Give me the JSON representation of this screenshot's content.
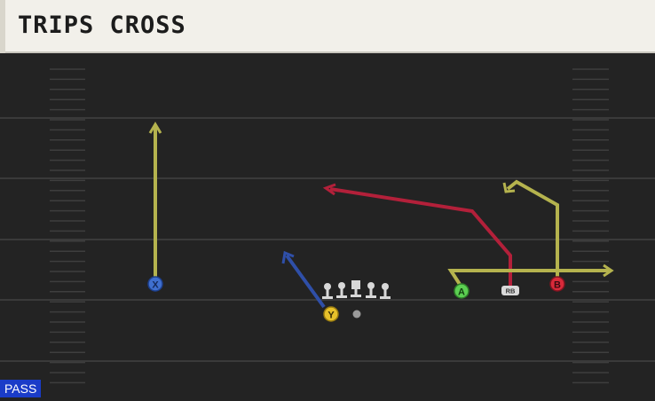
{
  "play": {
    "title": "TRIPS CROSS",
    "type_badge": "PASS"
  },
  "players": {
    "x_label": "X",
    "y_label": "Y",
    "a_label": "A",
    "b_label": "B",
    "rb_label": "RB"
  },
  "colors": {
    "header_bg": "#f2f0ea",
    "field_bg": "#232323",
    "route_yellow": "#b5b34e",
    "route_red": "#b3203a",
    "route_blue": "#2f4fa8",
    "x_marker": "#3f6fcf",
    "y_marker": "#e7c12b",
    "a_marker": "#5ccf52",
    "b_marker": "#d92a3a",
    "badge_bg": "#1a3cc8"
  }
}
